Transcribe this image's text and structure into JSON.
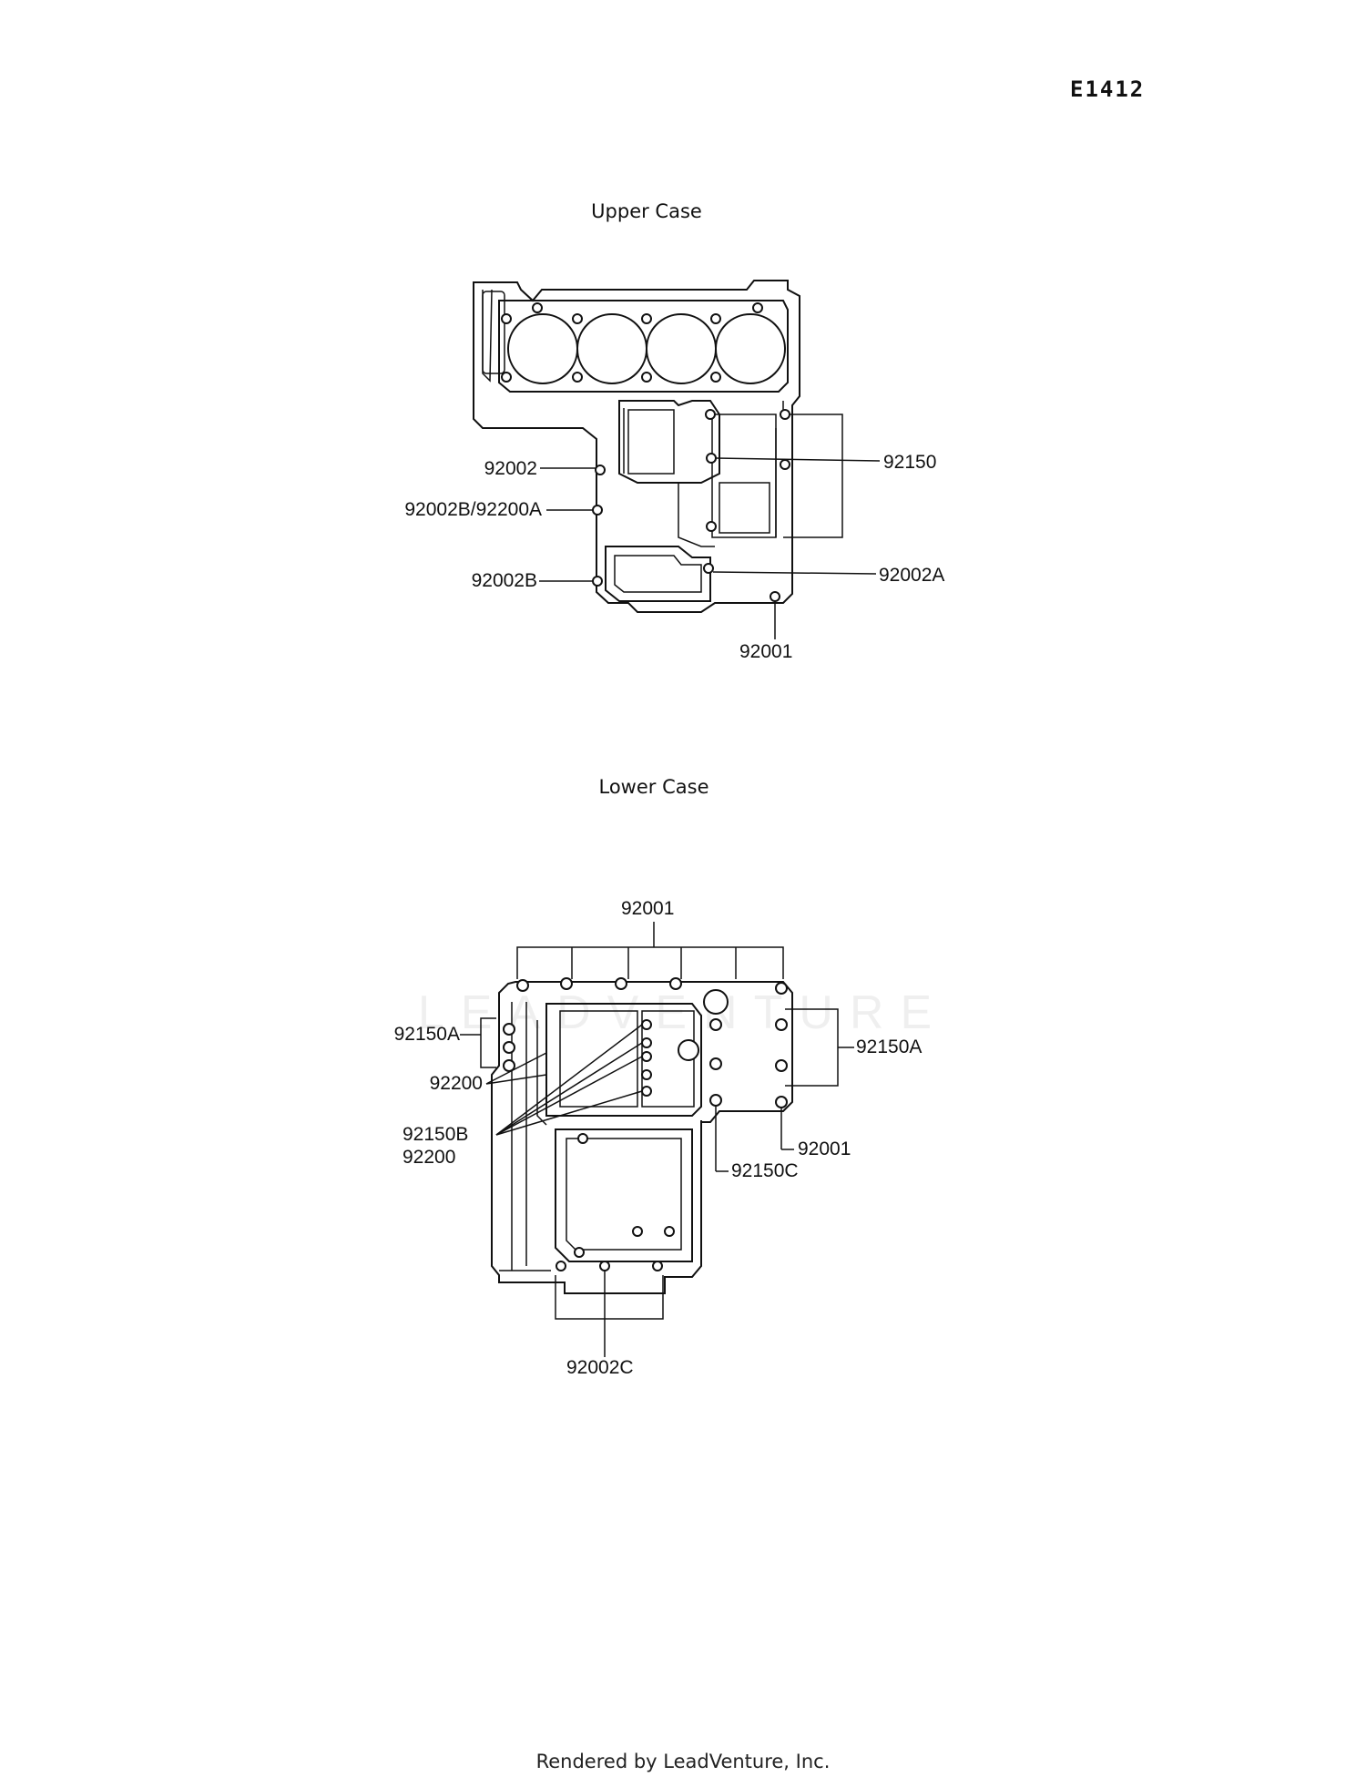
{
  "diagram_code": "E1412",
  "upper_case": {
    "title": "Upper Case",
    "callouts": [
      "92002",
      "92002B/92200A",
      "92002B",
      "92150",
      "92002A",
      "92001"
    ]
  },
  "lower_case": {
    "title": "Lower Case",
    "callouts": [
      "92001",
      "92150A",
      "92200",
      "92150B",
      "92200",
      "92150A",
      "92001",
      "92150C",
      "92002C"
    ]
  },
  "footer": "Rendered by LeadVenture, Inc.",
  "watermark": "LEADVENTURE"
}
